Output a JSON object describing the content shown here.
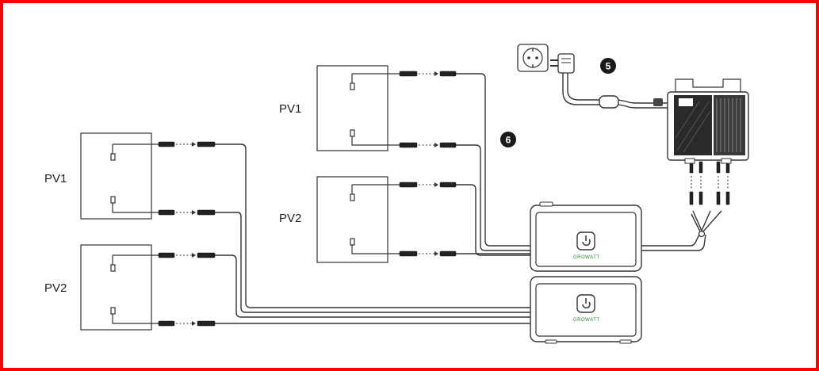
{
  "left_group": {
    "pv1_label": "PV1",
    "pv2_label": "PV2"
  },
  "middle_group": {
    "pv1_label": "PV1",
    "pv2_label": "PV2"
  },
  "steps": {
    "step5": "5",
    "step6": "6"
  },
  "battery": {
    "brand": "GROWATT"
  },
  "colors": {
    "frame": "#ff0000",
    "line": "#333333",
    "step_badge": "#1a1a1a",
    "brand": "#2e7d32"
  },
  "icons": {
    "socket": "wall-socket-icon",
    "plug": "power-plug-icon",
    "inverter": "micro-inverter-icon",
    "battery": "battery-unit-icon",
    "power_button": "power-button-icon"
  }
}
